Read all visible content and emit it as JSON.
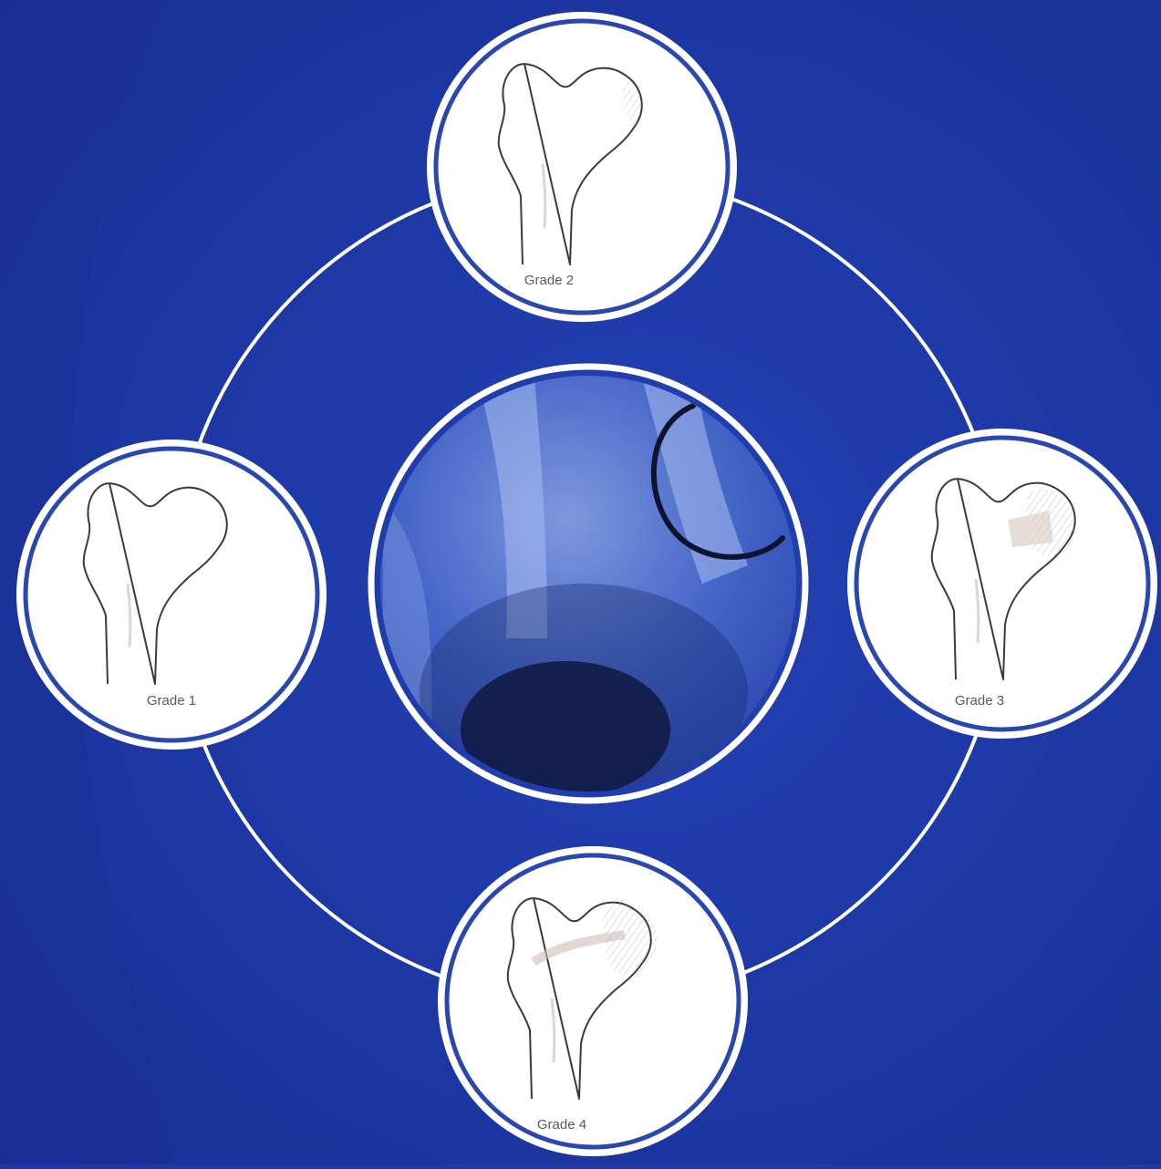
{
  "colors": {
    "background": "#1f3aa6",
    "background_dark": "#17309a",
    "ring": "#ffffff",
    "bone_outline": "#3b3b3b",
    "xray_base": "#3556c0",
    "xray_highlight": "#9fb4ea",
    "marker_arc": "#0d1430"
  },
  "diagram": {
    "grades": [
      {
        "id": "grade-1",
        "label": "Grade 1",
        "icon": "femur-icon"
      },
      {
        "id": "grade-2",
        "label": "Grade 2",
        "icon": "femur-icon"
      },
      {
        "id": "grade-3",
        "label": "Grade 3",
        "icon": "femur-icon"
      },
      {
        "id": "grade-4",
        "label": "Grade 4",
        "icon": "femur-icon"
      }
    ],
    "center": {
      "icon": "xray-image"
    }
  }
}
